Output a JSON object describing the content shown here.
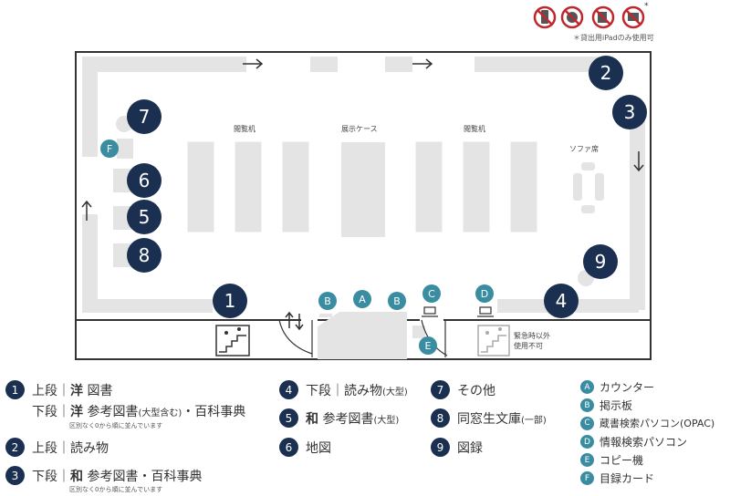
{
  "top_note": "＊貸出用iPadのみ使用可",
  "top_note_asterisk": "*",
  "prohibited_icons": [
    "no-phone-icon",
    "no-food-icon",
    "no-drink-icon",
    "no-pc-icon"
  ],
  "labels": {
    "reading_left": "閲覧机",
    "exhibit": "展示ケース",
    "reading_right": "閲覧机",
    "sofa": "ソファ席",
    "emergency": "緊急時以外",
    "emergency2": "使用不可"
  },
  "map_numbers": [
    "1",
    "2",
    "3",
    "4",
    "5",
    "6",
    "7",
    "8",
    "9"
  ],
  "map_letters": [
    "A",
    "B",
    "C",
    "D",
    "E",
    "F"
  ],
  "legend": {
    "l1": {
      "num": "1",
      "a1": "上段｜",
      "a2": "洋",
      "a3": " 図書",
      "b1": "下段｜",
      "b2": "洋",
      "b3": " 参考図書",
      "b4": "(大型含む)",
      "b5": "・百科事典",
      "note": "区別なく0から順に並んでいます"
    },
    "l2": {
      "num": "2",
      "text": "上段｜読み物"
    },
    "l3": {
      "num": "3",
      "a1": "下段｜",
      "a2": "和",
      "a3": " 参考図書・百科事典",
      "note": "区別なく0から順に並んでいます"
    },
    "l4": {
      "num": "4",
      "t1": "下段｜読み物",
      "t2": "(大型)"
    },
    "l5": {
      "num": "5",
      "t1": "和",
      "t2": " 参考図書",
      "t3": "(大型)"
    },
    "l6": {
      "num": "6",
      "text": "地図"
    },
    "l7": {
      "num": "7",
      "text": "その他"
    },
    "l8": {
      "num": "8",
      "t1": "同窓生文庫",
      "t2": "(一部)"
    },
    "l9": {
      "num": "9",
      "text": "図録"
    },
    "lA": {
      "letter": "A",
      "text": "カウンター"
    },
    "lB": {
      "letter": "B",
      "text": "掲示板"
    },
    "lC": {
      "letter": "C",
      "text": "蔵書検索パソコン(OPAC)"
    },
    "lD": {
      "letter": "D",
      "text": "情報検索パソコン"
    },
    "lE": {
      "letter": "E",
      "text": "コピー機"
    },
    "lF": {
      "letter": "F",
      "text": "目録カード"
    }
  },
  "colors": {
    "navy": "#1b3050",
    "teal": "#3a8da1",
    "shelf": "#e4e4e4",
    "wall": "#333333",
    "prohibit": "#c0272d"
  }
}
